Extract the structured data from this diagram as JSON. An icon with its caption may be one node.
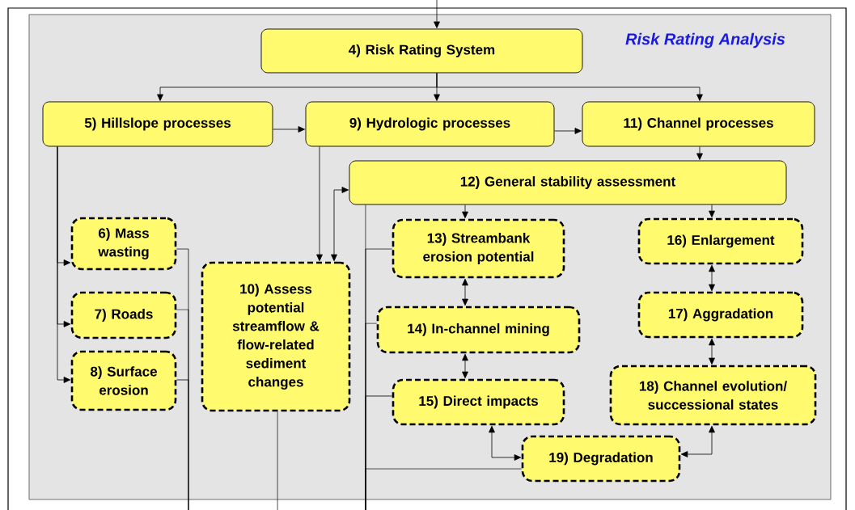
{
  "diagram": {
    "title": "Risk Rating Analysis",
    "nodes": [
      {
        "text": [
          "4) Risk Rating System"
        ]
      },
      {
        "text": [
          "5) Hillslope processes"
        ]
      },
      {
        "text": [
          "9) Hydrologic processes"
        ]
      },
      {
        "text": [
          "11) Channel processes"
        ]
      },
      {
        "text": [
          "12) General stability assessment"
        ]
      },
      {
        "text": [
          "6) Mass wasting"
        ]
      },
      {
        "text": [
          "7) Roads"
        ]
      },
      {
        "text": [
          "8) Surface erosion"
        ]
      },
      {
        "text": [
          "10) Assess potential streamflow & flow-related sediment changes"
        ]
      },
      {
        "text": [
          "13) Streambank erosion potential"
        ]
      },
      {
        "text": [
          "14) In-channel mining"
        ]
      },
      {
        "text": [
          "15) Direct impacts"
        ]
      },
      {
        "text": [
          "16) Enlargement"
        ]
      },
      {
        "text": [
          "17) Aggradation"
        ]
      },
      {
        "text": [
          "18) Channel evolution/ successional states"
        ]
      },
      {
        "text": [
          "19) Degradation"
        ]
      }
    ],
    "edges": [
      {
        "from": null,
        "to": 0,
        "arrow": "to"
      },
      {
        "from": 0,
        "to": 1,
        "arrow": "to"
      },
      {
        "from": 0,
        "to": 2,
        "arrow": "to"
      },
      {
        "from": 0,
        "to": 3,
        "arrow": "to"
      },
      {
        "from": 1,
        "to": 2,
        "arrow": "to"
      },
      {
        "from": 2,
        "to": 3,
        "arrow": "to"
      },
      {
        "from": 3,
        "to": 4,
        "arrow": "to"
      },
      {
        "from": 1,
        "to": 5,
        "arrow": "to"
      },
      {
        "from": 1,
        "to": 6,
        "arrow": "to"
      },
      {
        "from": 1,
        "to": 7,
        "arrow": "to"
      },
      {
        "from": 2,
        "to": 8,
        "arrow": "to"
      },
      {
        "from": 4,
        "to": 8,
        "arrow": "both"
      },
      {
        "from": 4,
        "to": 9,
        "arrow": "to"
      },
      {
        "from": 4,
        "to": 12,
        "arrow": "to"
      },
      {
        "from": 9,
        "to": 10,
        "arrow": "both"
      },
      {
        "from": 10,
        "to": 11,
        "arrow": "both"
      },
      {
        "from": 12,
        "to": 13,
        "arrow": "both"
      },
      {
        "from": 13,
        "to": 14,
        "arrow": "both"
      },
      {
        "from": 11,
        "to": 15,
        "arrow": "both"
      },
      {
        "from": 14,
        "to": 15,
        "arrow": "both"
      },
      {
        "from": 5,
        "to": null,
        "arrow": "none"
      },
      {
        "from": 6,
        "to": null,
        "arrow": "none"
      },
      {
        "from": 7,
        "to": null,
        "arrow": "none"
      },
      {
        "from": 8,
        "to": null,
        "arrow": "none"
      },
      {
        "from": 4,
        "to": null,
        "arrow": "none"
      },
      {
        "from": 9,
        "to": null,
        "arrow": "none"
      },
      {
        "from": 10,
        "to": null,
        "arrow": "none"
      },
      {
        "from": 11,
        "to": null,
        "arrow": "none"
      },
      {
        "from": 15,
        "to": null,
        "arrow": "none"
      }
    ]
  }
}
